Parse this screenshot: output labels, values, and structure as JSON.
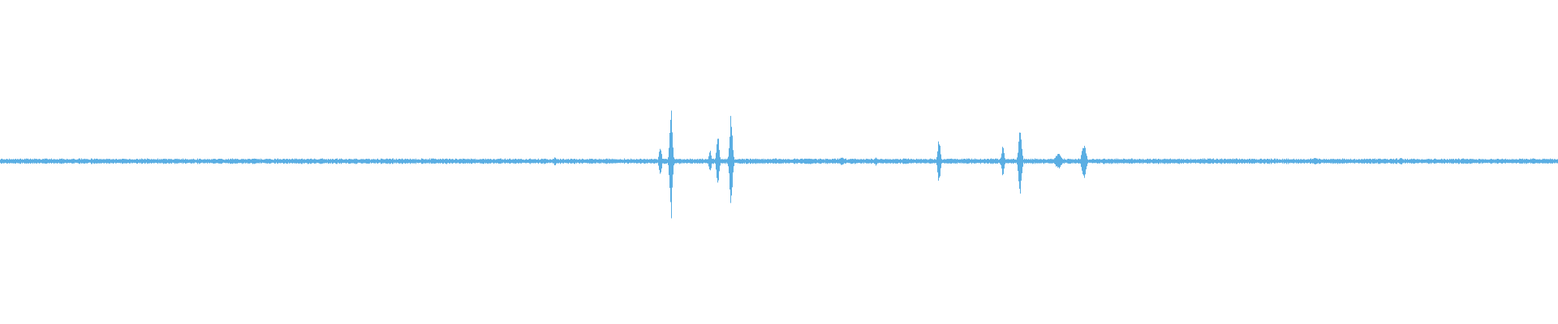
{
  "waveform": {
    "color": "#5aaee3",
    "amplitude_peaks": [
      {
        "position": 0.4305,
        "amplitude": 0.385,
        "width": 0.0008
      },
      {
        "position": 0.4235,
        "amplitude": 0.1,
        "width": 0.0008
      },
      {
        "position": 0.4555,
        "amplitude": 0.07,
        "width": 0.0008
      },
      {
        "position": 0.4605,
        "amplitude": 0.17,
        "width": 0.0008
      },
      {
        "position": 0.469,
        "amplitude": 0.3,
        "width": 0.0009
      },
      {
        "position": 0.6025,
        "amplitude": 0.15,
        "width": 0.0008
      },
      {
        "position": 0.6435,
        "amplitude": 0.1,
        "width": 0.0008
      },
      {
        "position": 0.6545,
        "amplitude": 0.25,
        "width": 0.0009
      },
      {
        "position": 0.679,
        "amplitude": 0.05,
        "width": 0.002
      },
      {
        "position": 0.6955,
        "amplitude": 0.12,
        "width": 0.0012
      },
      {
        "position": 0.356,
        "amplitude": 0.03,
        "width": 0.0008
      },
      {
        "position": 0.54,
        "amplitude": 0.03,
        "width": 0.0015
      },
      {
        "position": 0.562,
        "amplitude": 0.03,
        "width": 0.001
      },
      {
        "position": 0.844,
        "amplitude": 0.025,
        "width": 0.0012
      },
      {
        "position": 0.899,
        "amplitude": 0.025,
        "width": 0.0012
      }
    ],
    "noise_amplitude": 0.018
  }
}
